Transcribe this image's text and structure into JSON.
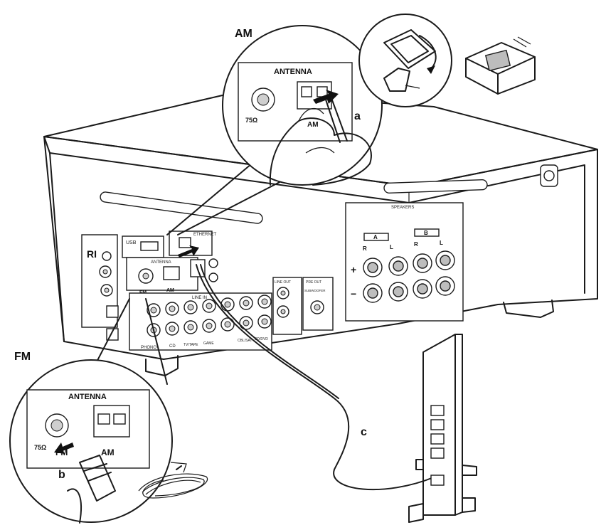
{
  "callouts": {
    "am_title": "AM",
    "fm_title": "FM",
    "label_a": "a",
    "label_b": "b",
    "label_c": "c"
  },
  "am_zoom": {
    "antenna_label": "ANTENNA",
    "fm_ohm": "75Ω",
    "am_label": "AM"
  },
  "fm_zoom": {
    "antenna_label": "ANTENNA",
    "fm_ohm": "75Ω",
    "fm_label": "FM",
    "am_label": "AM"
  },
  "receiver_panel": {
    "usb": "USB",
    "ethernet": "ETHERNET",
    "antenna": "ANTENNA",
    "fm": "FM",
    "am": "AM",
    "speakers": "SPEAKERS",
    "speaker_a": "A",
    "speaker_b": "B",
    "r": "R",
    "l": "L",
    "plus": "+",
    "minus": "−",
    "line_in": "LINE IN",
    "line_out": "LINE OUT",
    "pre_out": "PRE OUT",
    "subwoofer": "SUBWOOFER",
    "phono": "PHONO",
    "cd": "CD",
    "tv_tape": "TV/TAPE",
    "game": "GAME",
    "cbl_sat": "CBL/SAT",
    "bd_dvd": "BD/DVD"
  }
}
